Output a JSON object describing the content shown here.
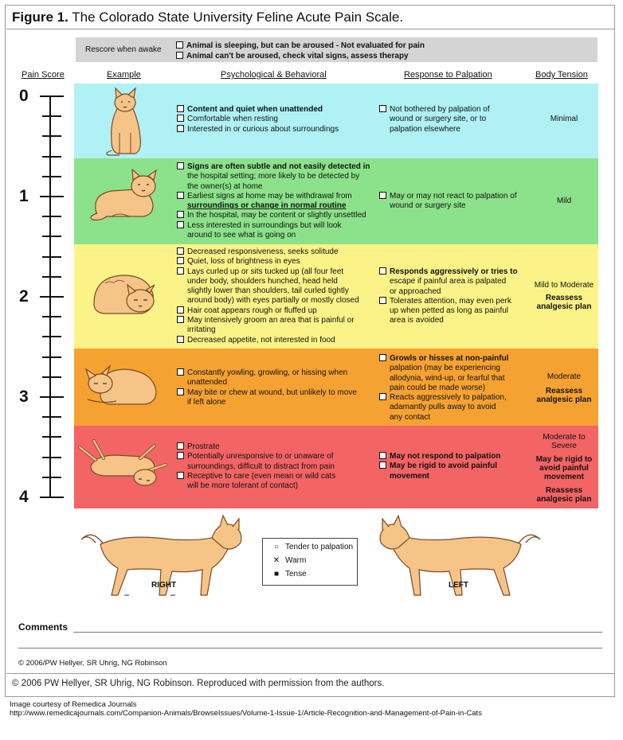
{
  "figure": {
    "label": "Figure 1.",
    "title": "The Colorado State University Feline Acute Pain Scale."
  },
  "rescore": {
    "label": "Rescore when awake",
    "items": [
      "Animal is sleeping, but can be aroused - Not evaluated for pain",
      "Animal can't be aroused, check vital signs, assess therapy"
    ]
  },
  "headers": {
    "pain_score": "Pain Score",
    "example": "Example",
    "psych": "Psychological & Behavioral",
    "palpation": "Response to Palpation",
    "tension": "Body Tension"
  },
  "scores": [
    "0",
    "1",
    "2",
    "3",
    "4"
  ],
  "levels": [
    {
      "psych": [
        "Content and quiet when unattended",
        "Comfortable when resting",
        "Interested in or curious about surroundings"
      ],
      "palp": [
        "Not bothered by palpation of",
        "wound or surgery site, or to",
        "palpation elsewhere"
      ],
      "tension": "Minimal"
    },
    {
      "psych": [
        "Signs are often subtle and not easily detected in",
        "the hospital setting; more likely to be detected by",
        "the owner(s) at home",
        "Earliest signs at home may be withdrawal from",
        "surroundings or change in normal routine",
        "In the hospital, may be content or slightly unsettled",
        "Less interested in surroundings but will look",
        "around to see what is going on"
      ],
      "palp": [
        "May or may not react to palpation of",
        "wound or surgery site"
      ],
      "tension": "Mild"
    },
    {
      "psych": [
        "Decreased responsiveness, seeks solitude",
        "Quiet, loss of brightness in eyes",
        "Lays curled up or sits tucked up (all four feet",
        "under body, shoulders hunched, head held",
        "slightly lower than shoulders, tail curled tightly",
        "around body) with eyes partially or mostly closed",
        "Hair coat appears rough or fluffed up",
        "May intensively groom an area that is painful or",
        "irritating",
        "Decreased appetite, not interested in food"
      ],
      "palp": [
        "Responds aggressively or tries to",
        "escape if painful area is palpated",
        "or approached",
        "Tolerates attention, may even perk",
        "up when petted as long as painful",
        "area is avoided"
      ],
      "tension": "Mild to Moderate",
      "tension_note": [
        "Reassess",
        "analgesic plan"
      ]
    },
    {
      "psych": [
        "Constantly yowling, growling, or hissing when",
        "unattended",
        "May bite or chew at wound, but unlikely to move",
        "if left alone"
      ],
      "palp": [
        "Growls or hisses at non-painful",
        "palpation (may be experiencing",
        "allodynia, wind-up, or fearful that",
        "pain could be made worse)",
        "Reacts aggressively to palpation,",
        "adamantly pulls away to avoid",
        "any contact"
      ],
      "tension": "Moderate",
      "tension_note": [
        "Reassess",
        "analgesic plan"
      ]
    },
    {
      "psych": [
        "Prostrate",
        "Potentially unresponsive to or unaware of",
        "surroundings, difficult to distract from pain",
        "Receptive to care (even mean or wild cats",
        "will be more tolerant of contact)"
      ],
      "palp": [
        "May not respond to palpation",
        "May be rigid to avoid painful",
        "movement"
      ],
      "tension": [
        "Moderate to",
        "Severe"
      ],
      "tension_note": [
        "May be rigid to",
        "avoid painful",
        "movement"
      ],
      "tension_note2": [
        "Reassess",
        "analgesic plan"
      ]
    }
  ],
  "legend": {
    "items": [
      "Tender to palpation",
      "Warm",
      "Tense"
    ]
  },
  "sides": {
    "right": "RIGHT",
    "left": "LEFT"
  },
  "comments_label": "Comments",
  "copyright_short": "© 2006/PW Hellyer, SR Uhrig, NG Robinson",
  "copyright_full": "© 2006 PW Hellyer, SR Uhrig, NG Robinson. Reproduced with permission from the authors.",
  "courtesy": [
    "Image courtesy of Remedica Journals",
    "http://www.remedicajournals.com/Companion-Animals/BrowseIssues/Volume-1-Issue-1/Article-Recognition-and-Management-of-Pain-in-Cats"
  ],
  "colors": {
    "level0": "#aff1f5",
    "level1": "#8ce28a",
    "level2": "#fbf387",
    "level3": "#f6a232",
    "level4": "#f36465",
    "cat_fill": "#f6c487"
  }
}
